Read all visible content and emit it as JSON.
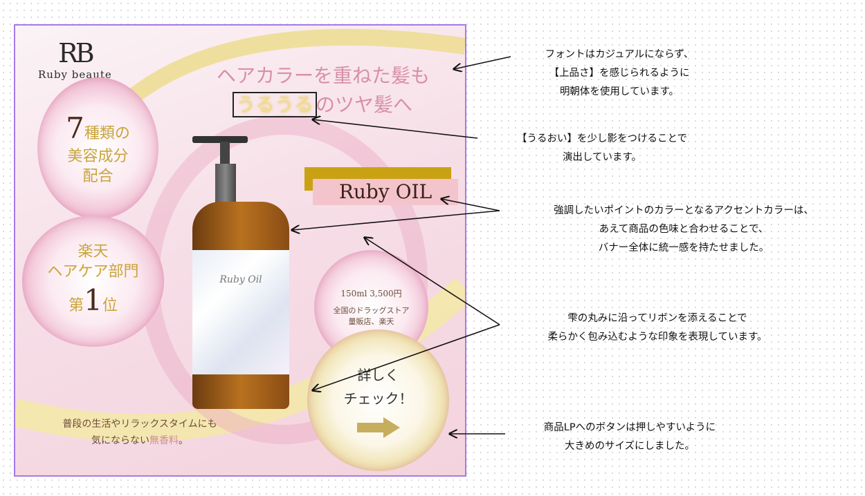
{
  "banner": {
    "logo": {
      "mark": "RB",
      "name": "Ruby beaute"
    },
    "headline": {
      "line1": "ヘアカラーを重ねた髪も",
      "highlight": "うるうる",
      "line2_rest": "のツヤ髪へ"
    },
    "bubble_ingredients": {
      "number": "7",
      "line1_rest": "種類の",
      "line2": "美容成分",
      "line3": "配合"
    },
    "bubble_rank": {
      "line1": "楽天",
      "line2": "ヘアケア部門",
      "prefix": "第",
      "number": "1",
      "suffix": "位"
    },
    "product_name": "Ruby OIL",
    "bottle_label": "Ruby Oil",
    "bubble_price": {
      "price": "150ml  3,500円",
      "line1": "全国のドラッグストア",
      "line2": "量販店、楽天"
    },
    "cta": {
      "line1": "詳しく",
      "line2": "チェック！"
    },
    "bottom_text": {
      "line1": "普段の生活やリラックスタイムにも",
      "line2_pre": "気にならない",
      "highlight": "無香料",
      "line2_post": "。"
    }
  },
  "notes": [
    {
      "lines": [
        "フォントはカジュアルにならず、",
        "【上品さ】を感じられるように",
        "明朝体を使用しています。"
      ]
    },
    {
      "lines": [
        "【うるおい】を少し影をつけることで",
        "演出しています。"
      ]
    },
    {
      "lines": [
        "強調したいポイントのカラーとなるアクセントカラーは、",
        "あえて商品の色味と合わせることで、",
        "バナー全体に統一感を持たせました。"
      ]
    },
    {
      "lines": [
        "雫の丸みに沿ってリボンを添えることで",
        "柔らかく包み込むような印象を表現しています。"
      ]
    },
    {
      "lines": [
        "商品LPへのボタンは押しやすいように",
        "大きめのサイズにしました。"
      ]
    }
  ],
  "colors": {
    "border": "#a47ae8",
    "accent_gold": "#c9a214",
    "accent_pink": "#f4c4cc",
    "headline": "#d88fa7"
  }
}
